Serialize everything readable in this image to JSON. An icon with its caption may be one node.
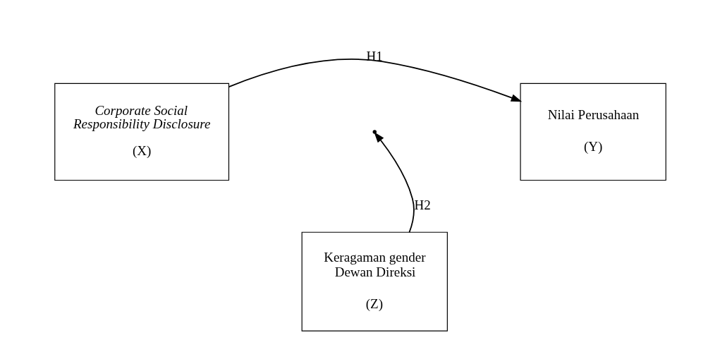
{
  "diagram": {
    "nodes": [
      {
        "text": [
          "Corporate Social Responsibility Disclosure",
          "(X)"
        ]
      },
      {
        "text": [
          "Nilai Perusahaan",
          "(Y)"
        ]
      },
      {
        "text": [
          "Keragaman gender Dewan Direksi",
          "(Z)"
        ]
      }
    ],
    "edges": [
      {
        "from": 0,
        "to": 1,
        "arrow": "to",
        "label": "H1"
      },
      {
        "from": 2,
        "to": null,
        "arrow": "to",
        "label": "H2"
      }
    ]
  }
}
